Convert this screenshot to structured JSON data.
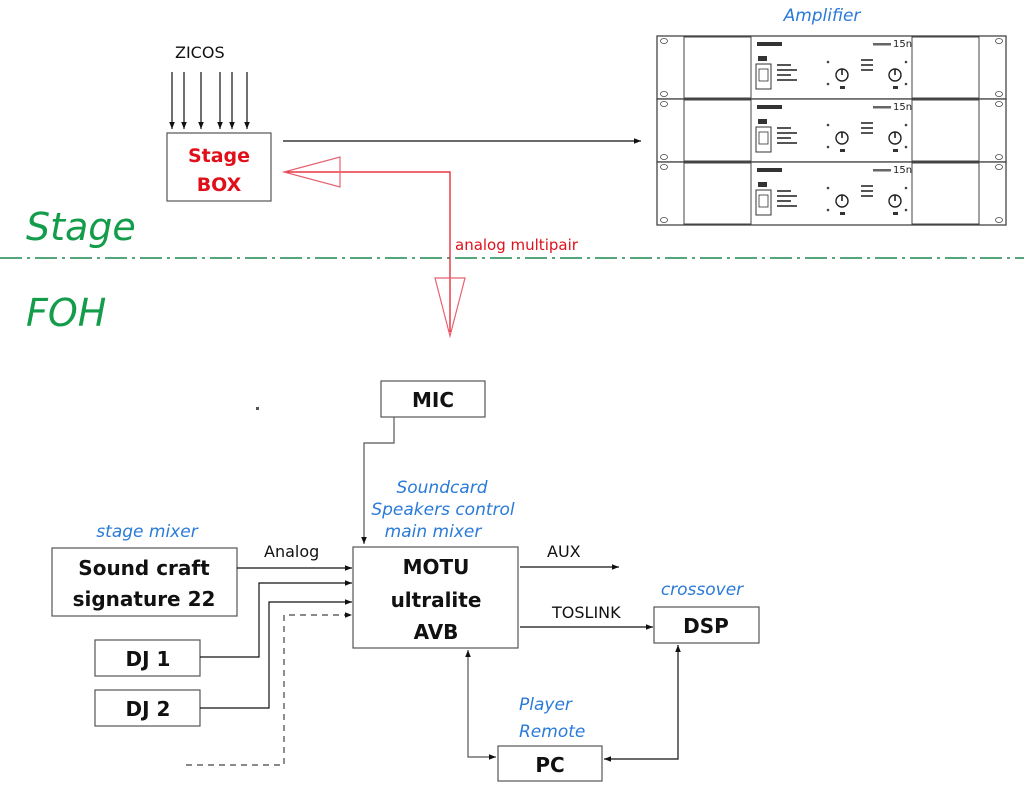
{
  "zones": {
    "stage": "Stage",
    "foh": "FOH",
    "divider_color": "#1a8a4f",
    "label_color": "#139c4a"
  },
  "stage_area": {
    "input_label": "ZICOS",
    "input_line_count": 6,
    "stage_box": {
      "line1": "Stage",
      "line2": "BOX",
      "text_color": "#e0101a"
    },
    "amplifier": {
      "caption": "Amplifier",
      "unit_count": 3,
      "model_mark": "15n"
    },
    "multipair_label": "analog multipair",
    "multipair_color": "#e0101a"
  },
  "foh_area": {
    "mic": {
      "label": "MIC"
    },
    "main_unit": {
      "note_lines": [
        "Soundcard",
        "Speakers control",
        "main mixer"
      ],
      "lines": [
        "MOTU",
        "ultralite",
        "AVB"
      ]
    },
    "stage_mixer": {
      "note": "stage mixer",
      "lines": [
        "Sound craft",
        "signature 22"
      ]
    },
    "dj1": {
      "label": "DJ 1"
    },
    "dj2": {
      "label": "DJ 2"
    },
    "dsp": {
      "note": "crossover",
      "label": "DSP"
    },
    "pc": {
      "note_lines": [
        "Player",
        "Remote"
      ],
      "label": "PC"
    },
    "connections": {
      "analog": "Analog",
      "aux": "AUX",
      "toslink": "TOSLINK"
    }
  },
  "colors": {
    "note_blue": "#2a7ad8",
    "line_dark": "#111111",
    "box_border": "#555555"
  }
}
